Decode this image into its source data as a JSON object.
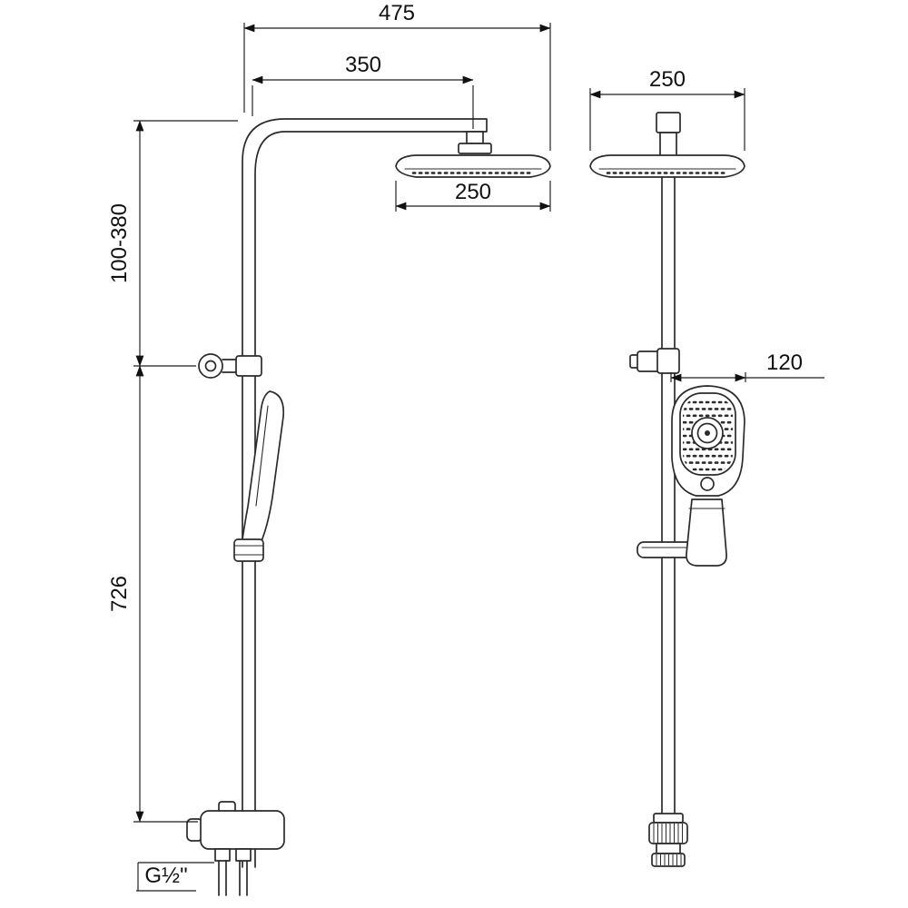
{
  "drawing": {
    "type": "technical dimension drawing",
    "subject": "shower column system with overhead rain shower, hand shower and mixer — front and side views",
    "line_color": "#2b2b2b",
    "background": "#ffffff"
  },
  "dimensions": {
    "top_arm_total_width": "475",
    "arm_projection": "350",
    "rain_head_width_front": "250",
    "rain_head_width_side": "250",
    "upper_height_range": "100-380",
    "column_height": "726",
    "hand_shower_width": "120",
    "inlet_thread": "G½\""
  }
}
